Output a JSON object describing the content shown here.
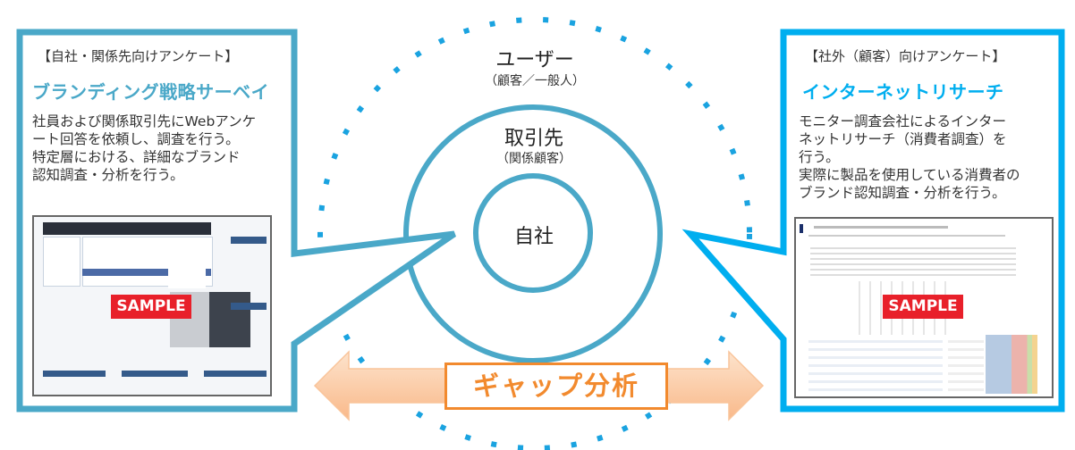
{
  "left_panel": {
    "header": "【自社・関係先向けアンケート】",
    "title": "ブランディング戦略サーベイ",
    "body_lines": [
      "社員および関係取引先にWebアンケ",
      "ート回答を依頼し、調査を行う。",
      "特定層における、詳細なブランド",
      "認知調査・分析を行う。"
    ],
    "sample_label": "SAMPLE",
    "accent": "#4aa8c8"
  },
  "right_panel": {
    "header": "【社外（顧客）向けアンケート】",
    "title": "インターネットリサーチ",
    "body_lines": [
      "モニター調査会社によるインター",
      "ネットリサーチ（消費者調査）を",
      "行う。",
      "実際に製品を使用している消費者の",
      "ブランド認知調査・分析を行う。"
    ],
    "sample_label": "SAMPLE",
    "accent": "#00aeef"
  },
  "circles": {
    "outer": {
      "label": "ユーザー",
      "sub": "（顧客／一般人）"
    },
    "middle": {
      "label": "取引先",
      "sub": "（関係顧客）"
    },
    "inner": {
      "label": "自社"
    }
  },
  "gap_analysis": {
    "label": "ギャップ分析",
    "color": "#f28a2e"
  }
}
